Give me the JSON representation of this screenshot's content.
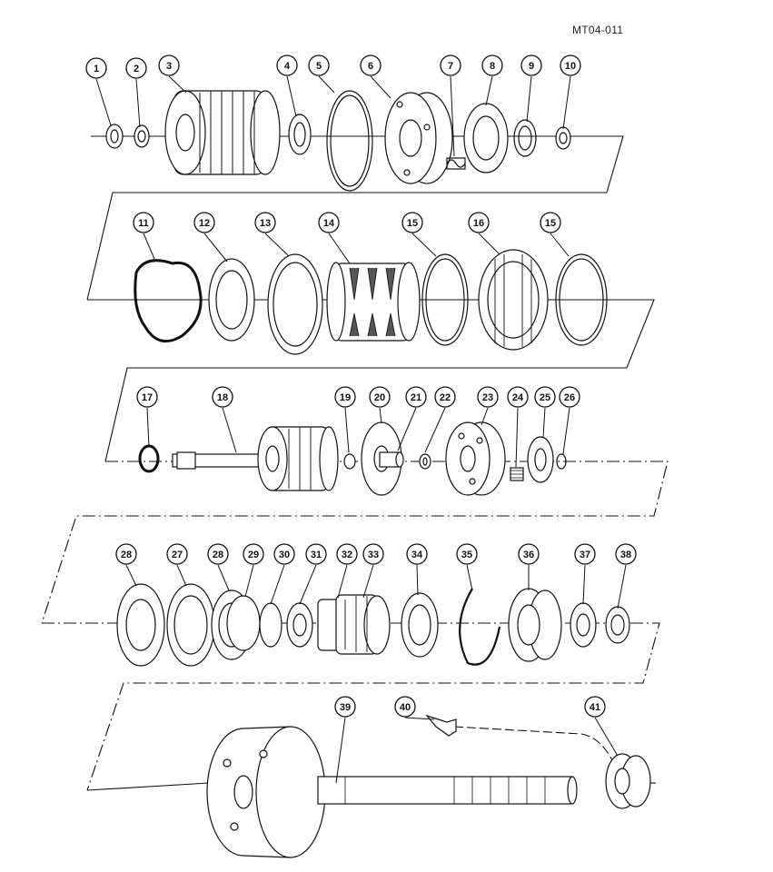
{
  "figure_code": "MT04-011",
  "callouts": [
    "1",
    "2",
    "3",
    "4",
    "5",
    "6",
    "7",
    "8",
    "9",
    "10",
    "11",
    "12",
    "13",
    "14",
    "15",
    "16",
    "15",
    "17",
    "18",
    "19",
    "20",
    "21",
    "22",
    "23",
    "24",
    "25",
    "26",
    "28",
    "27",
    "28",
    "29",
    "30",
    "31",
    "32",
    "33",
    "34",
    "35",
    "36",
    "37",
    "38",
    "39",
    "40",
    "41"
  ],
  "colors": {
    "line": "#111111",
    "fill": "#ffffff",
    "shade": "#555555"
  }
}
